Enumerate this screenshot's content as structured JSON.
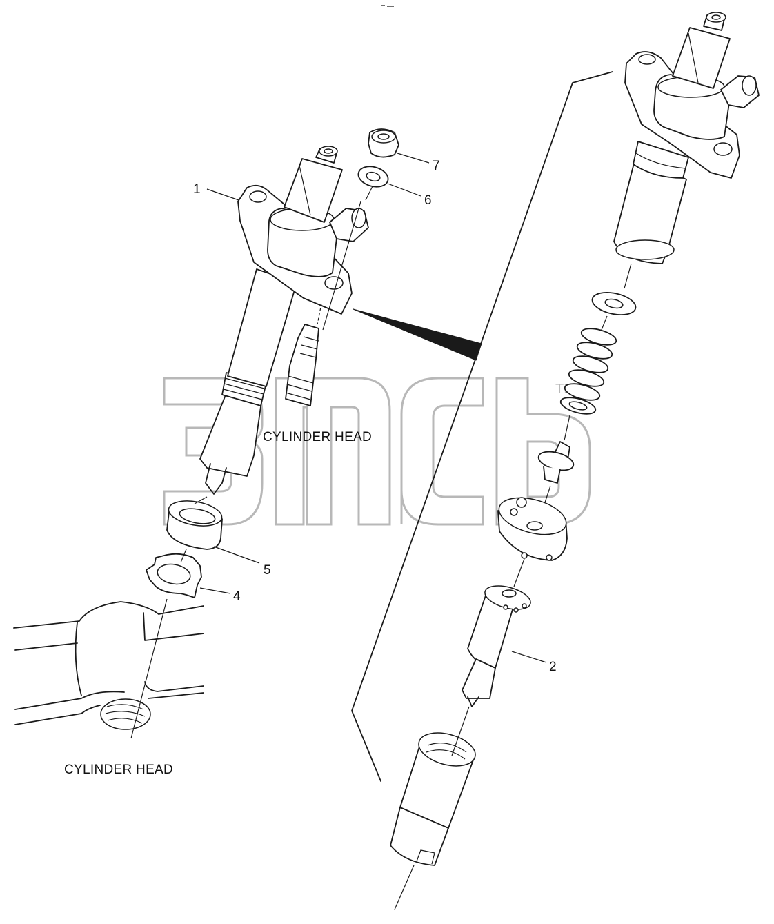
{
  "callouts": [
    {
      "id": "1",
      "label": "1"
    },
    {
      "id": "2",
      "label": "2"
    },
    {
      "id": "4",
      "label": "4"
    },
    {
      "id": "5",
      "label": "5"
    },
    {
      "id": "6",
      "label": "6"
    },
    {
      "id": "7",
      "label": "7"
    }
  ],
  "captions": {
    "cylinder_head_center": "CYLINDER HEAD",
    "cylinder_head_bottom": "CYLINDER HEAD"
  },
  "watermark": {
    "trademark": "TM"
  }
}
